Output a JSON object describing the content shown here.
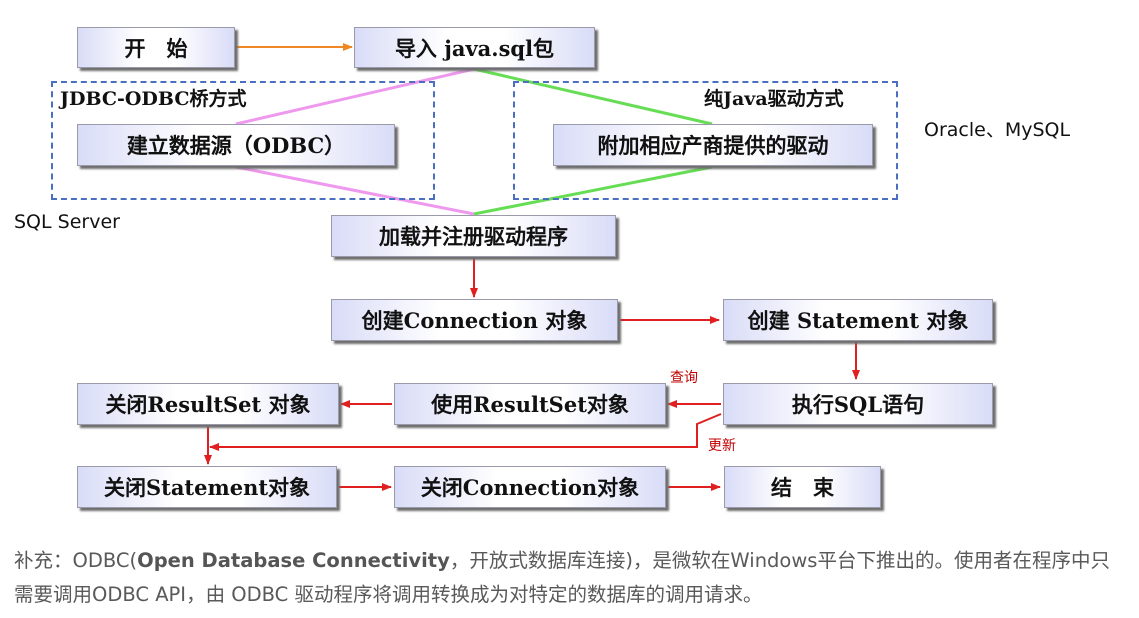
{
  "diagram": {
    "groups": {
      "jdbc_odbc_label": "JDBC-ODBC桥方式",
      "pure_java_label": "纯Java驱动方式"
    },
    "boxes": {
      "start": "开　始",
      "import": "导入 java.sql包",
      "odbc_source": "建立数据源（ODBC）",
      "vendor_driver": "附加相应产商提供的驱动",
      "load_driver": "加载并注册驱动程序",
      "create_connection": "创建Connection 对象",
      "create_statement": "创建 Statement 对象",
      "execute_sql": "执行SQL语句",
      "use_resultset": "使用ResultSet对象",
      "close_resultset": "关闭ResultSet 对象",
      "close_statement": "关闭Statement对象",
      "close_connection": "关闭Connection对象",
      "end": "结　束"
    },
    "side_labels": {
      "oracle_mysql": "Oracle、MySQL",
      "sql_server": "SQL Server"
    },
    "edge_labels": {
      "query": "查询",
      "update": "更新"
    }
  },
  "note": {
    "prefix": "补充：ODBC(",
    "bold": "Open Database Connectivity",
    "suffix": "，开放式数据库连接)，是微软在Windows平台下推出的。使用者在程序中只需要调用ODBC API，由 ODBC 驱动程序将调用转换成为对特定的数据库的调用请求。"
  },
  "colors": {
    "jdbc_odbc_path": "#ee99ee",
    "pure_java_path": "#66dd55",
    "flow_arrow": "#e02020",
    "start_arrow": "#ee8822",
    "dashed_border": "#4a6fc0"
  }
}
